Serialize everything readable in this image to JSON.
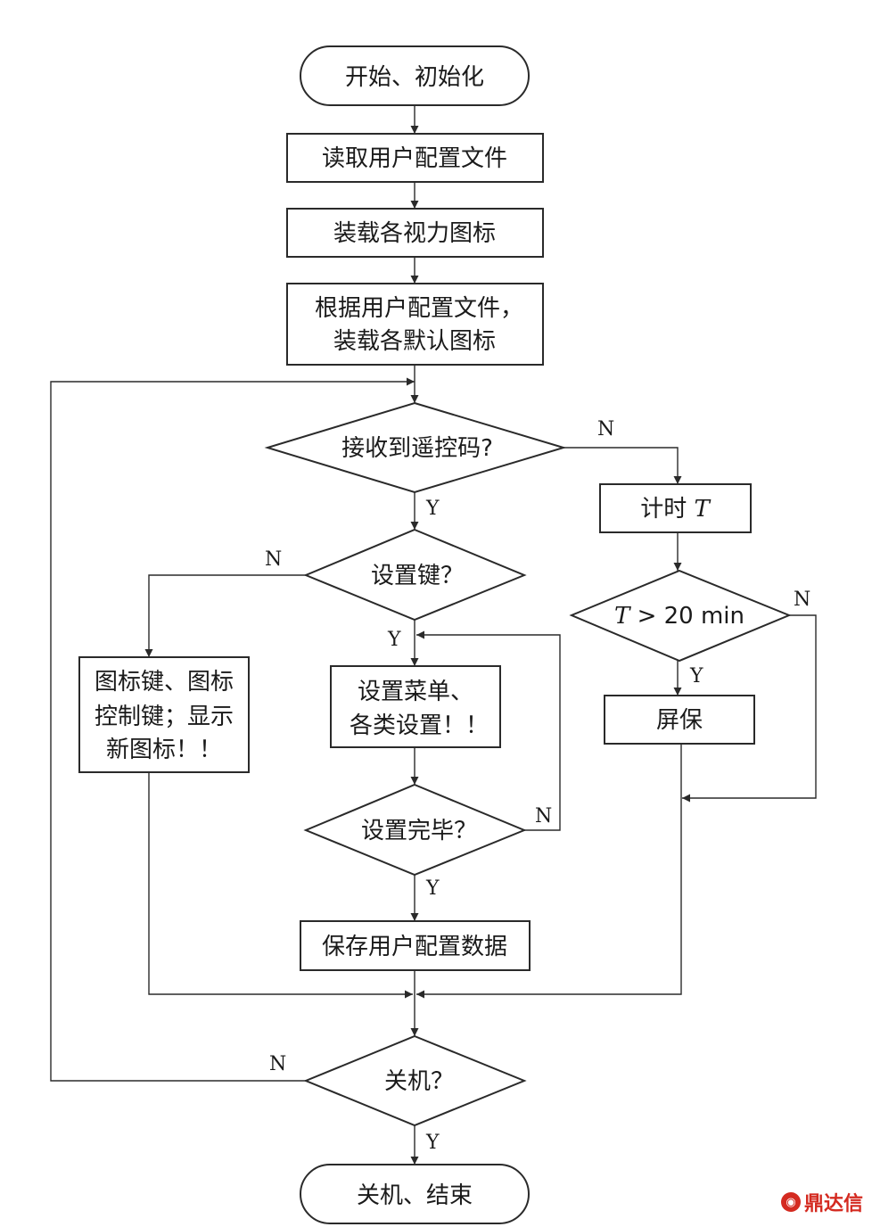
{
  "nodes": {
    "start": "开始、初始化",
    "read_config": "读取用户配置文件",
    "load_vision_icons": "装载各视力图标",
    "load_default_line1": "根据用户配置文件，",
    "load_default_line2": "装载各默认图标",
    "receive_code": "接收到遥控码?",
    "timer_prefix": "计时 ",
    "timer_var": "T",
    "setting_key": "设置键？",
    "timeout_var": "T",
    "timeout_rest": " > 20 min",
    "icon_key_line1": "图标键、图标",
    "icon_key_line2": "控制键；显示",
    "icon_key_line3": "新图标！！",
    "settings_menu_line1": "设置菜单、",
    "settings_menu_line2": "各类设置！！",
    "screensaver": "屏保",
    "settings_done": "设置完毕？",
    "save_config": "保存用户配置数据",
    "shutdown_q": "关机？",
    "end": "关机、结束"
  },
  "labels": {
    "yes": "Y",
    "no": "N"
  },
  "watermark": "鼎达信"
}
